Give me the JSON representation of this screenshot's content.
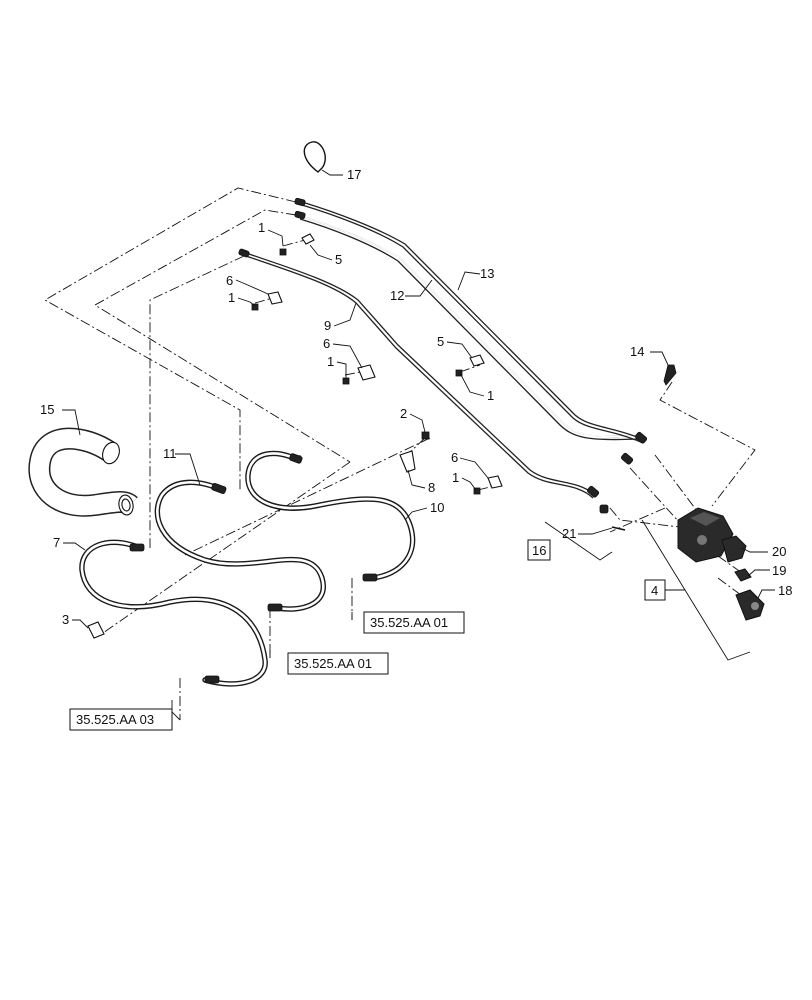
{
  "callouts": {
    "c1a": "1",
    "c1b": "1",
    "c1c": "1",
    "c1d": "1",
    "c1e": "1",
    "c2": "2",
    "c3": "3",
    "c4": "4",
    "c5a": "5",
    "c5b": "5",
    "c6a": "6",
    "c6b": "6",
    "c6c": "6",
    "c7": "7",
    "c8": "8",
    "c9": "9",
    "c10": "10",
    "c11": "11",
    "c12": "12",
    "c13": "13",
    "c14": "14",
    "c15": "15",
    "c16": "16",
    "c17": "17",
    "c18": "18",
    "c19": "19",
    "c20": "20",
    "c21": "21"
  },
  "references": {
    "ref_a": "35.525.AA 01",
    "ref_b": "35.525.AA 01",
    "ref_c": "35.525.AA 03"
  }
}
